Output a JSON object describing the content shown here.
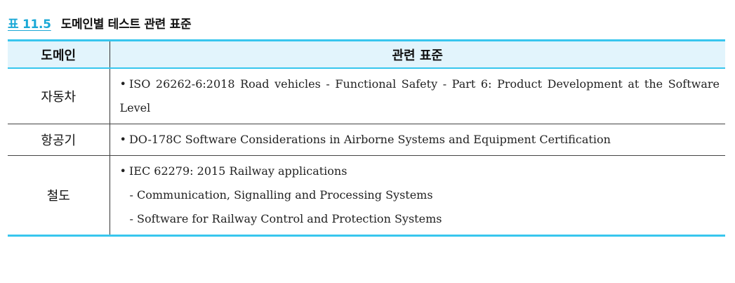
{
  "caption": {
    "number": "표 11.5",
    "title": "도메인별 테스트 관련 표준"
  },
  "table": {
    "headers": [
      "도메인",
      "관련 표준"
    ],
    "rows": [
      {
        "domain": "자동차",
        "bullet": "•",
        "standard": "ISO 26262-6:2018 Road vehicles - Functional Safety - Part 6: Product Development at the Software Level"
      },
      {
        "domain": "항공기",
        "bullet": "•",
        "standard": "DO-178C Software Considerations in Airborne Systems and Equipment Certification"
      },
      {
        "domain": "철도",
        "bullet": "•",
        "standard": "IEC 62279: 2015 Railway applications",
        "sub_items": [
          "- Communication, Signalling and Processing Systems",
          "- Software for Railway Control and Protection Systems"
        ]
      }
    ]
  },
  "colors": {
    "accent": "#38c6ee",
    "header_bg": "#e2f4fc",
    "caption_number": "#1aa8d6"
  }
}
